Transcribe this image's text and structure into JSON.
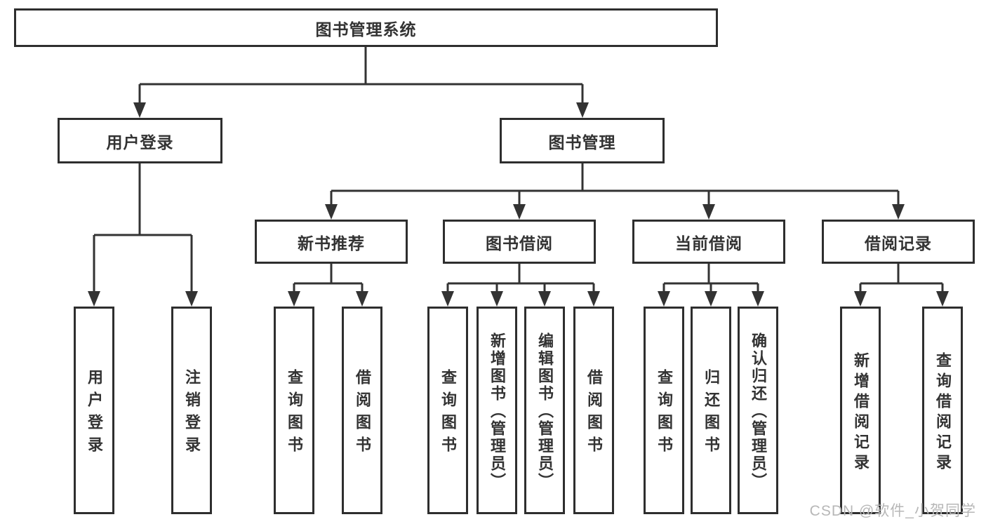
{
  "tree": {
    "root": {
      "label": "图书管理系统"
    },
    "children": [
      {
        "label": "用户登录",
        "children": [
          {
            "label": "用户登录"
          },
          {
            "label": "注销登录"
          }
        ]
      },
      {
        "label": "图书管理",
        "children": [
          {
            "label": "新书推荐",
            "children": [
              {
                "label": "查询图书"
              },
              {
                "label": "借阅图书"
              }
            ]
          },
          {
            "label": "图书借阅",
            "children": [
              {
                "label": "查询图书"
              },
              {
                "label": "新增图书（管理员）"
              },
              {
                "label": "编辑图书（管理员）"
              },
              {
                "label": "借阅图书"
              }
            ]
          },
          {
            "label": "当前借阅",
            "children": [
              {
                "label": "查询图书"
              },
              {
                "label": "归还图书"
              },
              {
                "label": "确认归还（管理员）"
              }
            ]
          },
          {
            "label": "借阅记录",
            "children": [
              {
                "label": "新增借阅记录"
              },
              {
                "label": "查询借阅记录"
              }
            ]
          }
        ]
      }
    ]
  },
  "watermark": "CSDN @软件_小贺同学",
  "colors": {
    "line": "#333333",
    "border": "#2e2e2e",
    "text": "#333333",
    "watermark": "#b7b7b7",
    "background": "#ffffff"
  }
}
